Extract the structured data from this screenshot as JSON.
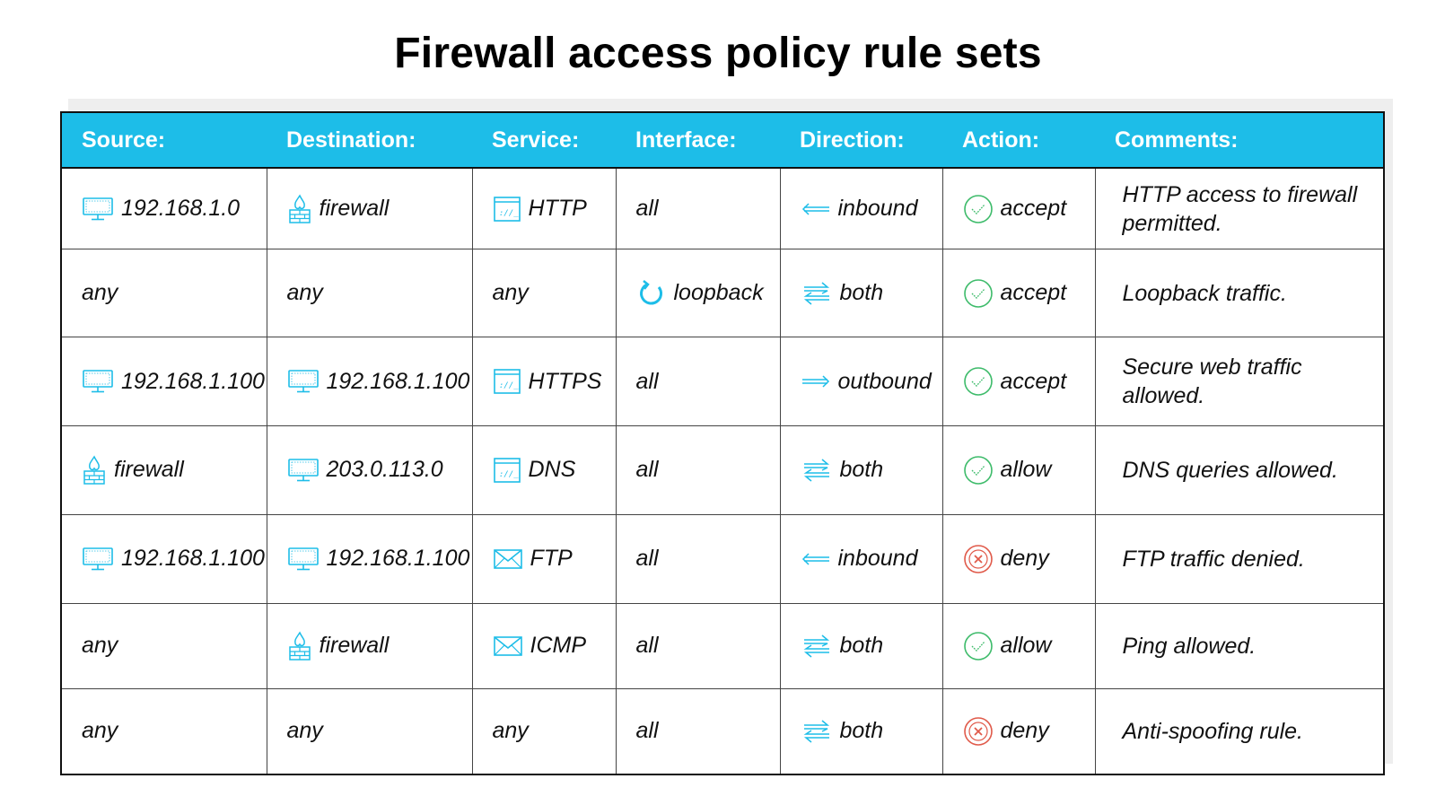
{
  "title": "Firewall access policy rule sets",
  "colors": {
    "header_bg": "#1dbde8",
    "header_text": "#ffffff",
    "accept_green": "#3dbb6a",
    "deny_red": "#e05a4a",
    "icon_blue": "#1dbde8"
  },
  "headers": [
    "Source:",
    "Destination:",
    "Service:",
    "Interface:",
    "Direction:",
    "Action:",
    "Comments:"
  ],
  "rows": [
    {
      "source": {
        "icon": "monitor-icon",
        "text": "192.168.1.0"
      },
      "destination": {
        "icon": "firewall-icon",
        "text": "firewall"
      },
      "service": {
        "icon": "browser-icon",
        "text": "HTTP"
      },
      "interface": {
        "icon": "",
        "text": "all"
      },
      "direction": {
        "icon": "arrow-left-icon",
        "text": "inbound"
      },
      "action": {
        "icon": "check-circle-icon",
        "text": "accept"
      },
      "comment": "HTTP access to firewall permitted."
    },
    {
      "source": {
        "icon": "",
        "text": "any"
      },
      "destination": {
        "icon": "",
        "text": "any"
      },
      "service": {
        "icon": "",
        "text": "any"
      },
      "interface": {
        "icon": "loop-icon",
        "text": "loopback"
      },
      "direction": {
        "icon": "arrows-both-icon",
        "text": "both"
      },
      "action": {
        "icon": "check-circle-icon",
        "text": "accept"
      },
      "comment": "Loopback traffic."
    },
    {
      "source": {
        "icon": "monitor-icon",
        "text": "192.168.1.100"
      },
      "destination": {
        "icon": "monitor-icon",
        "text": "192.168.1.100"
      },
      "service": {
        "icon": "browser-icon",
        "text": "HTTPS"
      },
      "interface": {
        "icon": "",
        "text": "all"
      },
      "direction": {
        "icon": "arrow-right-icon",
        "text": "outbound"
      },
      "action": {
        "icon": "check-circle-icon",
        "text": "accept"
      },
      "comment": "Secure web traffic allowed."
    },
    {
      "source": {
        "icon": "firewall-icon",
        "text": "firewall"
      },
      "destination": {
        "icon": "monitor-icon",
        "text": "203.0.113.0"
      },
      "service": {
        "icon": "browser-icon",
        "text": "DNS"
      },
      "interface": {
        "icon": "",
        "text": "all"
      },
      "direction": {
        "icon": "arrows-both-icon",
        "text": "both"
      },
      "action": {
        "icon": "check-circle-icon",
        "text": "allow"
      },
      "comment": "DNS queries allowed."
    },
    {
      "source": {
        "icon": "monitor-icon",
        "text": "192.168.1.100"
      },
      "destination": {
        "icon": "monitor-icon",
        "text": "192.168.1.100"
      },
      "service": {
        "icon": "envelope-icon",
        "text": "FTP"
      },
      "interface": {
        "icon": "",
        "text": "all"
      },
      "direction": {
        "icon": "arrow-left-icon",
        "text": "inbound"
      },
      "action": {
        "icon": "x-circle-icon",
        "text": "deny"
      },
      "comment": "FTP traffic denied."
    },
    {
      "source": {
        "icon": "",
        "text": "any"
      },
      "destination": {
        "icon": "firewall-icon",
        "text": "firewall"
      },
      "service": {
        "icon": "envelope-icon",
        "text": "ICMP"
      },
      "interface": {
        "icon": "",
        "text": "all"
      },
      "direction": {
        "icon": "arrows-both-icon",
        "text": "both"
      },
      "action": {
        "icon": "check-circle-icon",
        "text": "allow"
      },
      "comment": "Ping allowed."
    },
    {
      "source": {
        "icon": "",
        "text": "any"
      },
      "destination": {
        "icon": "",
        "text": "any"
      },
      "service": {
        "icon": "",
        "text": "any"
      },
      "interface": {
        "icon": "",
        "text": "all"
      },
      "direction": {
        "icon": "arrows-both-icon",
        "text": "both"
      },
      "action": {
        "icon": "x-circle-icon",
        "text": "deny"
      },
      "comment": "Anti-spoofing rule."
    }
  ]
}
